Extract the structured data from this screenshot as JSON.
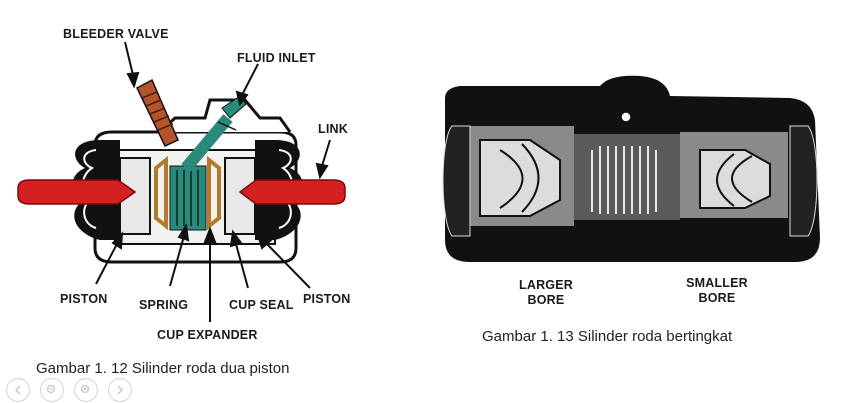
{
  "figure_left": {
    "labels": {
      "bleeder_valve": "BLEEDER VALVE",
      "fluid_inlet": "FLUID INLET",
      "link": "LINK",
      "piston_left": "PISTON",
      "spring": "SPRING",
      "cup_seal": "CUP SEAL",
      "piston_right": "PISTON",
      "cup_expander": "CUP EXPANDER"
    },
    "caption": "Gambar 1. 12 Silinder roda dua piston",
    "colors": {
      "bleeder": "#b5532a",
      "inlet": "#2a8a7a",
      "link": "#d42020",
      "spring": "#2a8a7a",
      "expander": "#b47a2a"
    }
  },
  "figure_right": {
    "labels": {
      "larger_bore_1": "LARGER",
      "larger_bore_2": "BORE",
      "smaller_bore_1": "SMALLER",
      "smaller_bore_2": "BORE"
    },
    "caption": "Gambar 1. 13 Silinder roda bertingkat"
  },
  "viewer_controls": {
    "icons": [
      "prev-icon",
      "zoom-out-icon",
      "zoom-in-icon",
      "next-icon"
    ]
  }
}
